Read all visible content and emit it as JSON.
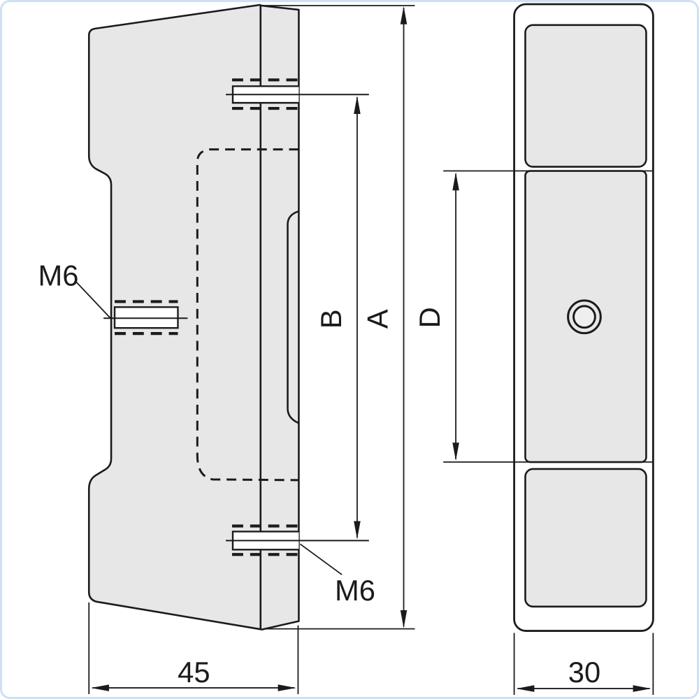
{
  "drawing": {
    "labels": {
      "m6_top": "M6",
      "m6_bottom": "M6",
      "dim_b": "B",
      "dim_a": "A",
      "dim_d": "D",
      "dim_depth": "45",
      "dim_width": "30"
    },
    "colors": {
      "line": "#1b1b1b",
      "part_fill": "#e6e7e6",
      "hole_fill": "#ffffff",
      "background": "#ffffff",
      "frame": "#cfe0f4"
    }
  }
}
